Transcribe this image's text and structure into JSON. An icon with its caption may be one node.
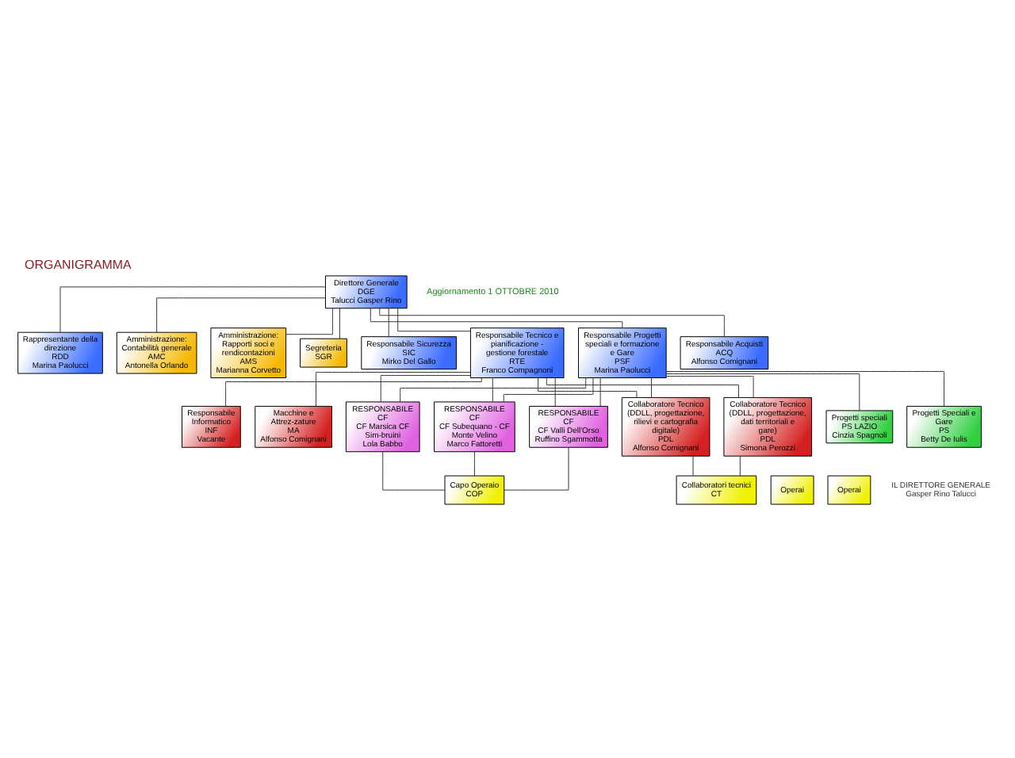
{
  "diagram": {
    "title": "ORGANIGRAMMA",
    "nodes": [
      {
        "text": [
          "Direttore Generale",
          "DGE",
          "Talucci Gasper Rino"
        ]
      },
      {
        "text": [
          "Rappresentante della direzione",
          "RDD",
          "Marina Paolucci"
        ]
      },
      {
        "text": [
          "Amministrazione: Contabilità generale",
          "AMC",
          "Antonella Orlando"
        ]
      },
      {
        "text": [
          "Amministrazione: Rapporti soci e rendicontazioni",
          "AMS",
          "Marianna Corvetto"
        ]
      },
      {
        "text": [
          "Segreteria",
          "SGR"
        ]
      },
      {
        "text": [
          "Responsabile Sicurezza",
          "SIC",
          "Mirko Del Gallo"
        ]
      },
      {
        "text": [
          "Responsabile Tecnico e pianificazione - gestione forestale",
          "RTE",
          "Franco Compagnoni"
        ]
      },
      {
        "text": [
          "Responsabile Progetti speciali e formazione e Gare",
          "PSF",
          "Marina Paolucci"
        ]
      },
      {
        "text": [
          "Responsabile Acquisti",
          "ACQ",
          "Alfonso Comignani"
        ]
      },
      {
        "text": [
          "Macchine e Attrez-zature",
          "MA",
          "Alfonso Comignani"
        ]
      },
      {
        "text": [
          "Responsabile Informatico",
          "INF",
          "Vacante"
        ]
      },
      {
        "text": [
          "Progetti Speciali e Gare",
          "PS",
          "Betty De Iulis"
        ]
      },
      {
        "text": [
          "Progetti speciali",
          "PS LAZIO",
          "Cinzia Spagnoli"
        ]
      },
      {
        "text": [
          "RESPONSABILE",
          "CF",
          "CF Marsica CF Sim-bruini",
          "Lola Babbo"
        ]
      },
      {
        "text": [
          "RESPONSABILE",
          "CF",
          "CF Subequano - CF Monte Velino",
          "Marco Fattoretti"
        ]
      },
      {
        "text": [
          "RESPONSABILE",
          "CF",
          "CF Valli Dell'Orso",
          "Ruffino Sgammotta"
        ]
      },
      {
        "text": [
          "Collaboratore Tecnico (DDLL, progettazione, rilievi e cartografia digitale)",
          "PDL",
          "Alfonso Comignani"
        ]
      },
      {
        "text": [
          "Collaboratore Tecnico (DDLL, progettazione, dati territoriali e gare)",
          "PDL",
          "Simona Perozzi"
        ]
      },
      {
        "text": [
          "Capo Operaio",
          "COP"
        ]
      },
      {
        "text": [
          "Operai"
        ]
      },
      {
        "text": [
          "Operai"
        ]
      },
      {
        "text": [
          "Collaboratori tecnici",
          "CT"
        ]
      }
    ],
    "edges": [
      {
        "from": 0,
        "to": 1,
        "arrow": "none"
      },
      {
        "from": 0,
        "to": 2,
        "arrow": "none"
      },
      {
        "from": 0,
        "to": 3,
        "arrow": "none"
      },
      {
        "from": 0,
        "to": 4,
        "arrow": "none"
      },
      {
        "from": 0,
        "to": 5,
        "arrow": "none"
      },
      {
        "from": 0,
        "to": 6,
        "arrow": "none"
      },
      {
        "from": 0,
        "to": 7,
        "arrow": "none"
      },
      {
        "from": 0,
        "to": 8,
        "arrow": "none"
      },
      {
        "from": 6,
        "to": 9,
        "arrow": "none"
      },
      {
        "from": 6,
        "to": 10,
        "arrow": "none"
      },
      {
        "from": 7,
        "to": 11,
        "arrow": "none"
      },
      {
        "from": 7,
        "to": 12,
        "arrow": "none"
      },
      {
        "from": 6,
        "to": 13,
        "arrow": "none"
      },
      {
        "from": 6,
        "to": 14,
        "arrow": "none"
      },
      {
        "from": 6,
        "to": 15,
        "arrow": "none"
      },
      {
        "from": 6,
        "to": 16,
        "arrow": "none"
      },
      {
        "from": 6,
        "to": 17,
        "arrow": "none"
      },
      {
        "from": 7,
        "to": 13,
        "arrow": "none"
      },
      {
        "from": 7,
        "to": 14,
        "arrow": "none"
      },
      {
        "from": 7,
        "to": 15,
        "arrow": "none"
      },
      {
        "from": 7,
        "to": 16,
        "arrow": "none"
      },
      {
        "from": 7,
        "to": 17,
        "arrow": "none"
      },
      {
        "from": 13,
        "to": 18,
        "arrow": "none"
      },
      {
        "from": 14,
        "to": 18,
        "arrow": "none"
      },
      {
        "from": 15,
        "to": 18,
        "arrow": "none"
      },
      {
        "from": 16,
        "to": 21,
        "arrow": "none"
      },
      {
        "from": 17,
        "to": 21,
        "arrow": "none"
      }
    ],
    "labels": [
      "Aggiornamento 1 OTTOBRE 2010",
      "IL DIRETTORE GENERALE",
      "Gasper Rino Talucci"
    ]
  }
}
